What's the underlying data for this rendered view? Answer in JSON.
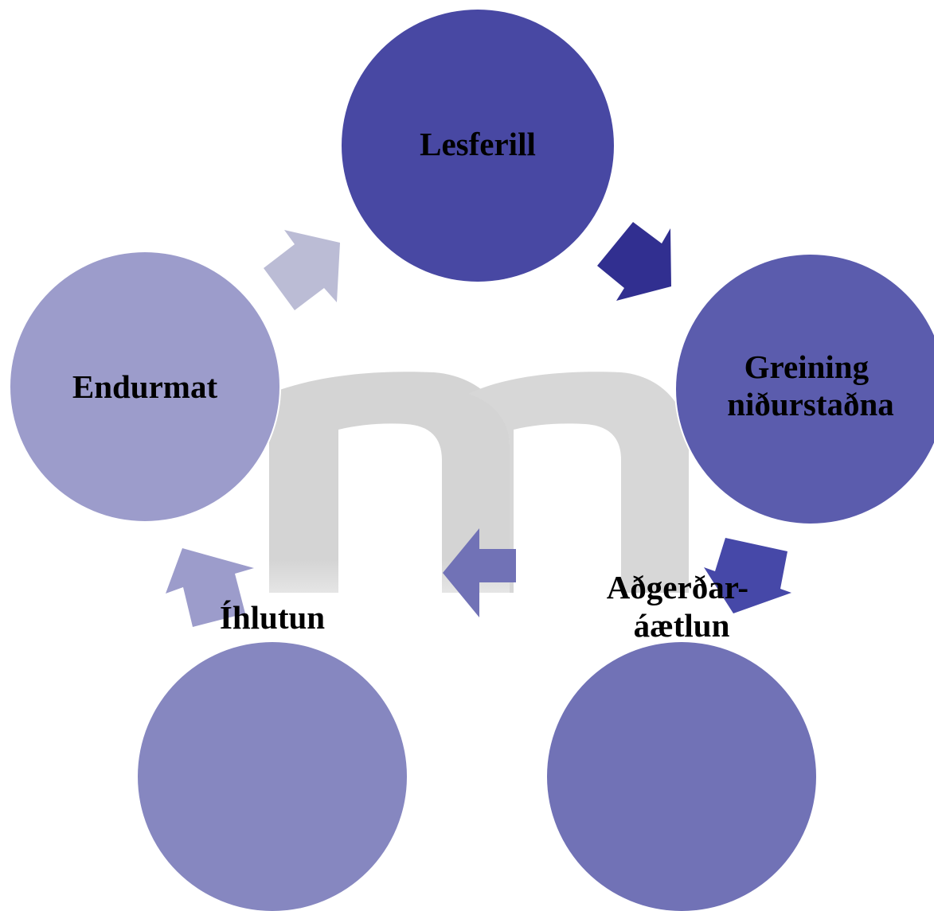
{
  "diagram": {
    "type": "cycle",
    "nodes": [
      {
        "id": "lesferill",
        "lines": [
          "Lesferill"
        ],
        "color": "#4848a3"
      },
      {
        "id": "greining",
        "lines": [
          "Greining",
          "niðurstaðna"
        ],
        "color": "#5b5cad"
      },
      {
        "id": "adgerdar",
        "lines": [
          "Aðgerðar-",
          "áætlun"
        ],
        "color": "#7172b6"
      },
      {
        "id": "ihlutun",
        "lines": [
          "Íhlutun"
        ],
        "color": "#8687c0"
      },
      {
        "id": "endurmat",
        "lines": [
          "Endurmat"
        ],
        "color": "#9c9ccb"
      }
    ],
    "arrows": [
      {
        "from": "lesferill",
        "to": "greining",
        "color": "#312f90"
      },
      {
        "from": "greining",
        "to": "adgerdar",
        "color": "#4648a8"
      },
      {
        "from": "adgerdar",
        "to": "ihlutun",
        "color": "#7172b6"
      },
      {
        "from": "ihlutun",
        "to": "endurmat",
        "color": "#9c9ccb"
      },
      {
        "from": "endurmat",
        "to": "lesferill",
        "color": "#bbbcd5"
      }
    ],
    "watermark_icon": "m-logo-watermark"
  }
}
